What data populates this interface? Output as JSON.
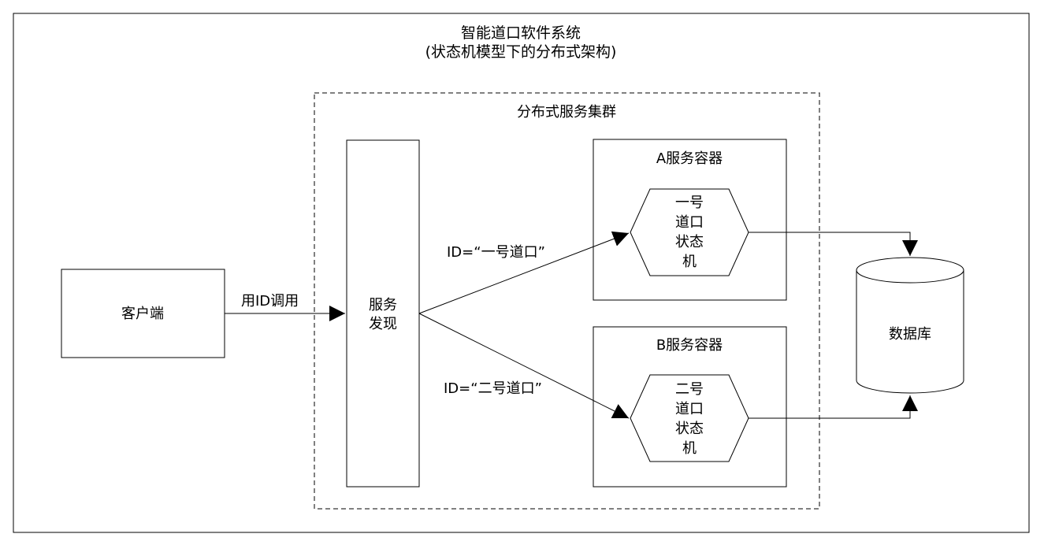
{
  "title": {
    "line1": "智能道口软件系统",
    "line2": "(状态机模型下的分布式架构)"
  },
  "cluster": {
    "label": "分布式服务集群"
  },
  "client": {
    "label": "客户端"
  },
  "discovery": {
    "line1": "服务",
    "line2": "发现"
  },
  "containers": [
    {
      "label": "A服务容器",
      "machine_lines": [
        "一号",
        "道口",
        "状态",
        "机"
      ]
    },
    {
      "label": "B服务容器",
      "machine_lines": [
        "二号",
        "道口",
        "状态",
        "机"
      ]
    }
  ],
  "database": {
    "label": "数据库"
  },
  "edges": {
    "client_call": "用ID调用",
    "route_a": "ID=“一号道口”",
    "route_b": "ID=“二号道口”"
  }
}
